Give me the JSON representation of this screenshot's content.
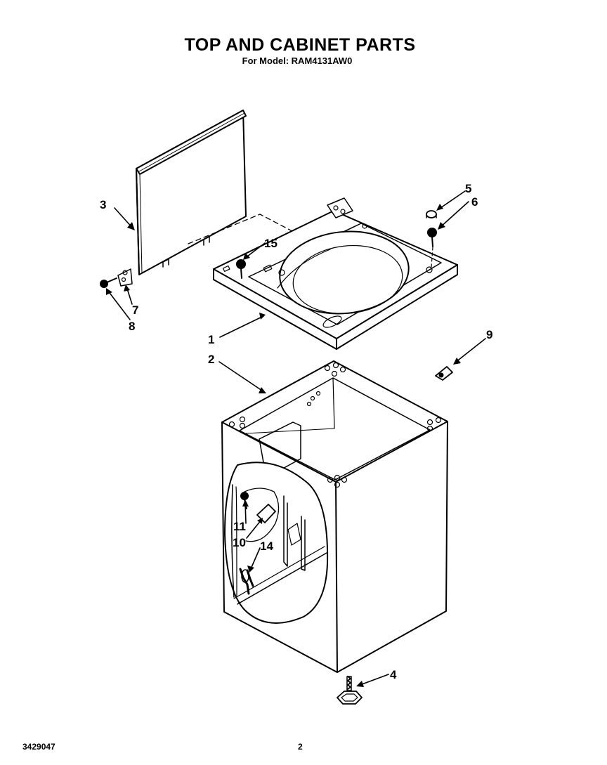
{
  "header": {
    "title": "TOP AND CABINET PARTS",
    "subtitle": "For Model: RAM4131AW0"
  },
  "footer": {
    "doc_number": "3429047",
    "page_number": "2"
  },
  "callouts": {
    "c1": "1",
    "c2": "2",
    "c3": "3",
    "c4": "4",
    "c5": "5",
    "c6": "6",
    "c7": "7",
    "c8": "8",
    "c9": "9",
    "c10": "10",
    "c11": "11",
    "c14": "14",
    "c15": "15"
  }
}
